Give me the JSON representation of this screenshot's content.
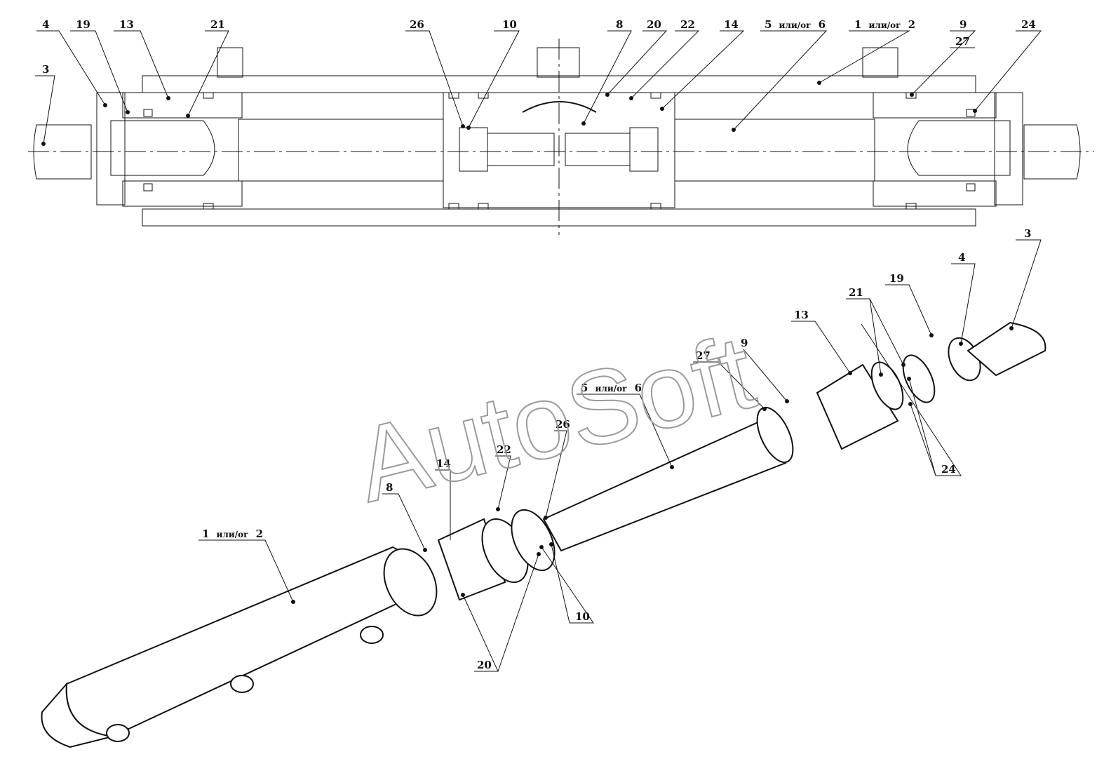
{
  "watermark": "AutoSoft",
  "sep": "или/or",
  "section_labels": [
    {
      "id": "s4",
      "text": "4"
    },
    {
      "id": "s19",
      "text": "19"
    },
    {
      "id": "s13",
      "text": "13"
    },
    {
      "id": "s21",
      "text": "21"
    },
    {
      "id": "s3",
      "text": "3"
    },
    {
      "id": "s26",
      "text": "26"
    },
    {
      "id": "s10",
      "text": "10"
    },
    {
      "id": "s8",
      "text": "8"
    },
    {
      "id": "s20",
      "text": "20"
    },
    {
      "id": "s22",
      "text": "22"
    },
    {
      "id": "s14",
      "text": "14"
    },
    {
      "id": "s5",
      "text": "5"
    },
    {
      "id": "s6",
      "text": "6"
    },
    {
      "id": "s1",
      "text": "1"
    },
    {
      "id": "s2",
      "text": "2"
    },
    {
      "id": "s9",
      "text": "9"
    },
    {
      "id": "s27",
      "text": "27"
    },
    {
      "id": "s24",
      "text": "24"
    }
  ],
  "exploded_labels": [
    {
      "id": "e3",
      "text": "3"
    },
    {
      "id": "e4",
      "text": "4"
    },
    {
      "id": "e19",
      "text": "19"
    },
    {
      "id": "e21",
      "text": "21"
    },
    {
      "id": "e13",
      "text": "13"
    },
    {
      "id": "e27",
      "text": "27"
    },
    {
      "id": "e9",
      "text": "9"
    },
    {
      "id": "e5",
      "text": "5"
    },
    {
      "id": "e6",
      "text": "6"
    },
    {
      "id": "e26",
      "text": "26"
    },
    {
      "id": "e22",
      "text": "22"
    },
    {
      "id": "e14",
      "text": "14"
    },
    {
      "id": "e8",
      "text": "8"
    },
    {
      "id": "e1",
      "text": "1"
    },
    {
      "id": "e2",
      "text": "2"
    },
    {
      "id": "e24",
      "text": "24"
    },
    {
      "id": "e10",
      "text": "10"
    },
    {
      "id": "e20",
      "text": "20"
    }
  ]
}
